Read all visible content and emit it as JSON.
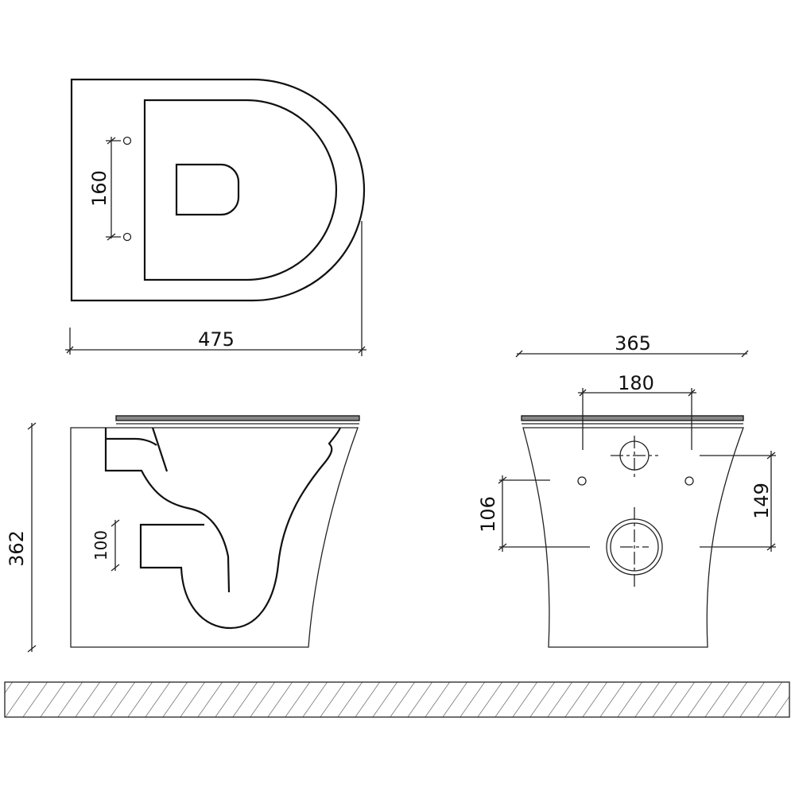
{
  "title": "Wall-hung toilet dimension drawing",
  "dimensions": {
    "top_width": "475",
    "mount_hole_spacing": "160",
    "front_width": "365",
    "front_hole_spacing": "180",
    "height": "362",
    "outlet_height": "100",
    "inlet_to_holes": "106",
    "inlet_to_outlet": "149"
  },
  "colors": {
    "line": "#111111",
    "background": "#ffffff",
    "hatch": "#555555"
  }
}
